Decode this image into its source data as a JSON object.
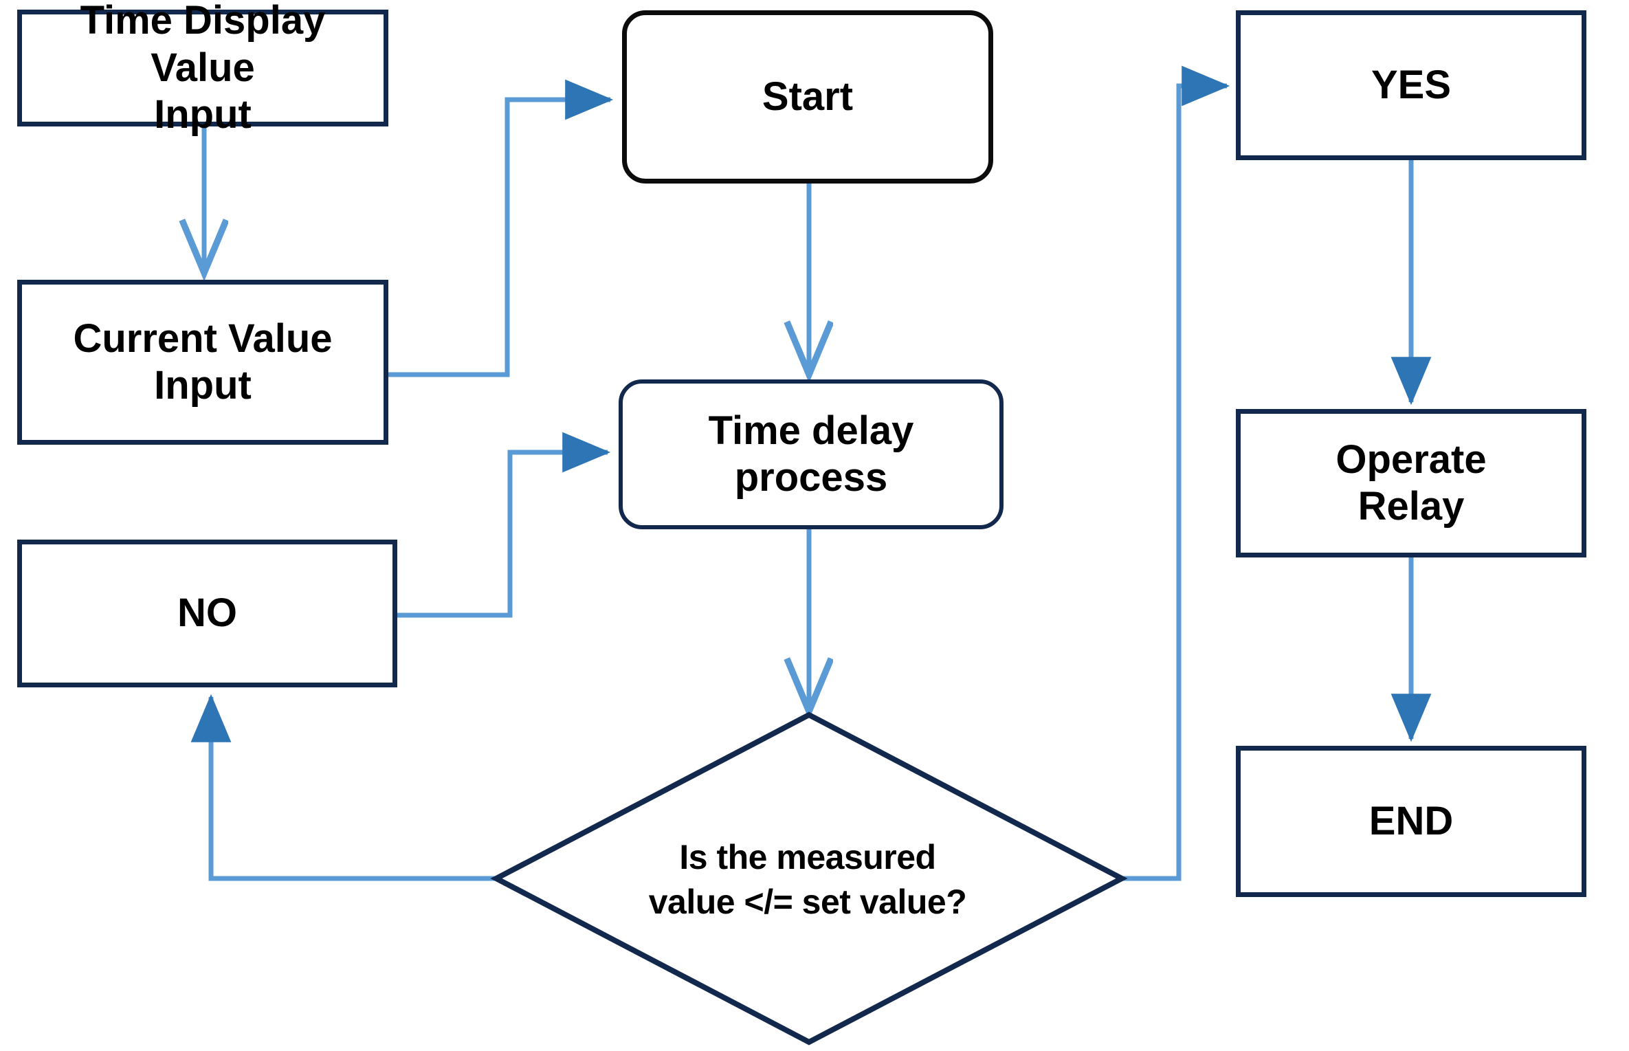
{
  "diagram": {
    "title": "Relay time delay control flowchart",
    "colors": {
      "node_border_navy": "#12284c",
      "node_border_black": "#0c0c0c",
      "edge_line": "#5b9bd5",
      "arrowhead_fill": "#2e75b6",
      "node_fill": "#ffffff",
      "text": "#000000"
    },
    "nodes": [
      {
        "id": "time_display_value_input",
        "label": "Time Display Value Input",
        "shape": "rectangle"
      },
      {
        "id": "current_value_input",
        "label": "Current Value Input",
        "shape": "rectangle"
      },
      {
        "id": "no",
        "label": "NO",
        "shape": "rectangle"
      },
      {
        "id": "start",
        "label": "Start",
        "shape": "rounded-rectangle"
      },
      {
        "id": "time_delay_process",
        "label": "Time delay process",
        "shape": "rounded-rectangle"
      },
      {
        "id": "decision",
        "label": "Is the measured value </= set value?",
        "shape": "diamond"
      },
      {
        "id": "yes",
        "label": "YES",
        "shape": "rectangle"
      },
      {
        "id": "operate_relay",
        "label": "Operate Relay",
        "shape": "rectangle"
      },
      {
        "id": "end",
        "label": "END",
        "shape": "rectangle"
      }
    ],
    "edges": [
      {
        "id": "e1",
        "from": "time_display_value_input",
        "to": "current_value_input",
        "arrowhead": "open"
      },
      {
        "id": "e2",
        "from": "current_value_input",
        "to": "start",
        "arrowhead": "filled"
      },
      {
        "id": "e3",
        "from": "no",
        "to": "time_delay_process",
        "arrowhead": "filled"
      },
      {
        "id": "e4",
        "from": "start",
        "to": "time_delay_process",
        "arrowhead": "open"
      },
      {
        "id": "e5",
        "from": "time_delay_process",
        "to": "decision",
        "arrowhead": "open"
      },
      {
        "id": "e6",
        "from": "decision",
        "to": "no",
        "arrowhead": "filled"
      },
      {
        "id": "e7",
        "from": "decision",
        "to": "yes",
        "arrowhead": "filled"
      },
      {
        "id": "e8",
        "from": "yes",
        "to": "operate_relay",
        "arrowhead": "filled"
      },
      {
        "id": "e9",
        "from": "operate_relay",
        "to": "end",
        "arrowhead": "filled"
      }
    ]
  },
  "labels": {
    "time_display_value_input": "Time Display\nValue\nInput",
    "current_value_input": "Current Value\nInput",
    "no": "NO",
    "start": "Start",
    "time_delay_process": "Time delay\nprocess",
    "decision_line1": "Is the measured",
    "decision_line2": "value </= set value?",
    "yes": "YES",
    "operate_relay": "Operate\nRelay",
    "end": "END"
  }
}
